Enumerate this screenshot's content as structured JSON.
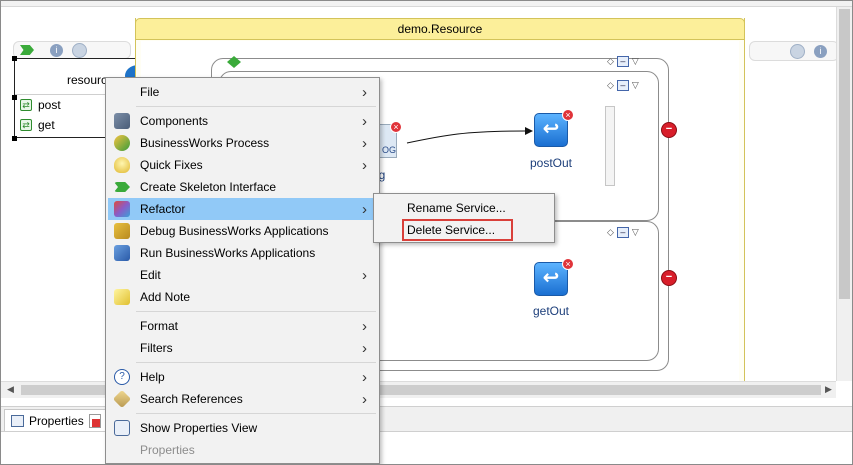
{
  "resource": {
    "title": "demo.Resource"
  },
  "service": {
    "name": "resourc",
    "operations": [
      "post",
      "get"
    ]
  },
  "activities": [
    {
      "label": "postOut",
      "partial_label": "og",
      "partial_icon_text": "OG"
    },
    {
      "label": "getOut"
    }
  ],
  "context_menu": {
    "items": [
      {
        "label": "File",
        "has_submenu": true,
        "icon": ""
      },
      {
        "separator": true
      },
      {
        "label": "Components",
        "has_submenu": true,
        "icon": "components-icon"
      },
      {
        "label": "BusinessWorks Process",
        "has_submenu": true,
        "icon": "process-icon"
      },
      {
        "label": "Quick Fixes",
        "has_submenu": true,
        "icon": "lightbulb-icon"
      },
      {
        "label": "Create Skeleton Interface",
        "has_submenu": false,
        "icon": "interface-arrow-icon"
      },
      {
        "label": "Refactor",
        "has_submenu": true,
        "icon": "refactor-icon",
        "selected": true
      },
      {
        "label": "Debug BusinessWorks Applications",
        "has_submenu": false,
        "icon": "debug-icon"
      },
      {
        "label": "Run BusinessWorks Applications",
        "has_submenu": false,
        "icon": "run-icon"
      },
      {
        "label": "Edit",
        "has_submenu": true,
        "icon": ""
      },
      {
        "label": "Add Note",
        "has_submenu": false,
        "icon": "note-icon"
      },
      {
        "separator": true
      },
      {
        "label": "Format",
        "has_submenu": true,
        "icon": ""
      },
      {
        "label": "Filters",
        "has_submenu": true,
        "icon": ""
      },
      {
        "separator": true
      },
      {
        "label": "Help",
        "has_submenu": true,
        "icon": "help-icon"
      },
      {
        "label": "Search References",
        "has_submenu": true,
        "icon": "search-references-icon"
      },
      {
        "separator": true
      },
      {
        "label": "Show Properties View",
        "has_submenu": false,
        "icon": "properties-view-icon"
      },
      {
        "label": "Properties",
        "has_submenu": false,
        "icon": "",
        "disabled": true
      }
    ]
  },
  "refactor_submenu": {
    "items": [
      "Rename Service...",
      "Delete Service..."
    ],
    "highlighted": "Delete Service..."
  },
  "bottom_panel": {
    "tab_label": "Properties"
  },
  "colors": {
    "resource_header": "#fcef9a",
    "menu_selection": "#91c9f7",
    "highlight_border": "#d9403a",
    "activity_blue": "#1a6fd1",
    "stop_red": "#d81e2a"
  }
}
